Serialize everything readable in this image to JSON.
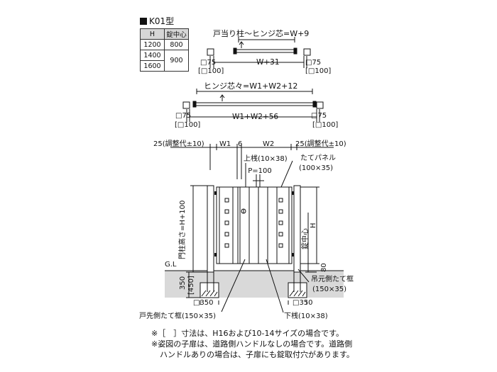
{
  "title": "K01型",
  "table": {
    "headers": [
      "H",
      "錠中心"
    ],
    "rows": [
      {
        "h": "1200",
        "lock": "800"
      },
      {
        "h": "1400",
        "lock": "900"
      },
      {
        "h": "1600",
        "lock": ""
      }
    ]
  },
  "top1": {
    "caption": "戸当り柱〜ヒンジ芯=W+9",
    "mid": "W+31",
    "left_post": "□75",
    "left_post_alt": "[□100]",
    "right_post": "□75",
    "right_post_alt": "[□100]"
  },
  "top2": {
    "caption": "ヒンジ芯々=W1+W2+12",
    "mid": "W1+W2+56",
    "left_post": "□75",
    "left_post_alt": "[□100]",
    "right_post": "□75",
    "right_post_alt": "[□100]"
  },
  "elev": {
    "adjust_left": "25(調整代±10)",
    "w1": "W1",
    "six": "6",
    "w2": "W2",
    "adjust_right": "25(調整代±10)",
    "upper_rail": "上桟(10×38)",
    "panel": "たてパネル",
    "panel_size": "(100×35)",
    "pitch": "P=100",
    "post_height": "門柱高さ=H+100",
    "lock_center": "錠中心",
    "h": "H",
    "gl": "G.L",
    "depth": "350",
    "depth_alt": "[450]",
    "gap": "80",
    "hinge_frame": "吊元側たて框",
    "hinge_frame_size": "(150×35)",
    "foot_left": "□350",
    "foot_right": "□350",
    "tip_frame": "戸先側たて框(150×35)",
    "lower_rail": "下桟(10×38)"
  },
  "notes": [
    "※［　］寸法は、H16および10-14サイズの場合です。",
    "※姿図の子扉は、道路側ハンドルなしの場合です。道路側",
    "ハンドルありの場合は、子扉にも錠取付穴があります。"
  ],
  "colors": {
    "ground": "#d9d9d9",
    "line": "#111111",
    "header_bg": "#d6d6d6"
  }
}
